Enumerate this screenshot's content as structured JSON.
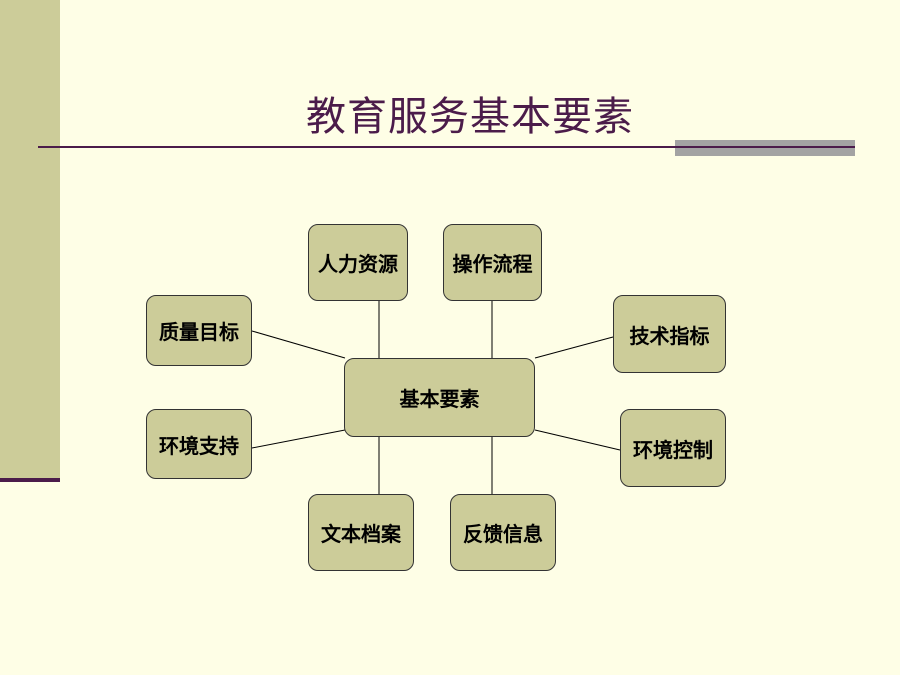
{
  "title": "教育服务基本要素",
  "diagram": {
    "center": "基本要素",
    "nodes": {
      "human_resources": "人力资源",
      "operating_process": "操作流程",
      "quality_goals": "质量目标",
      "technical_indicators": "技术指标",
      "environment_support": "环境支持",
      "environment_control": "环境控制",
      "text_archives": "文本档案",
      "feedback_info": "反馈信息"
    }
  }
}
